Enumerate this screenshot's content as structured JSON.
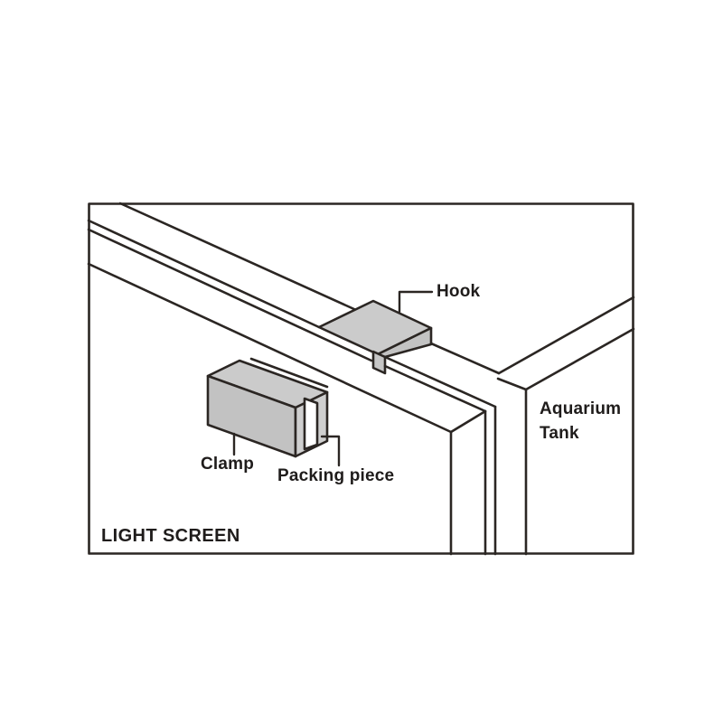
{
  "diagram": {
    "description": "Exploded installation diagram showing how a light screen hangs on an aquarium tank rim using a hook, clamp and packing piece",
    "labels": {
      "hook": "Hook",
      "clamp": "Clamp",
      "packing_piece": "Packing piece",
      "aquarium_tank": [
        "Aquarium",
        "Tank"
      ],
      "light_screen": "LIGHT SCREEN"
    },
    "colors": {
      "line": "#2b2623",
      "fill_gray": "#c9c9c9",
      "background": "#ffffff"
    }
  }
}
